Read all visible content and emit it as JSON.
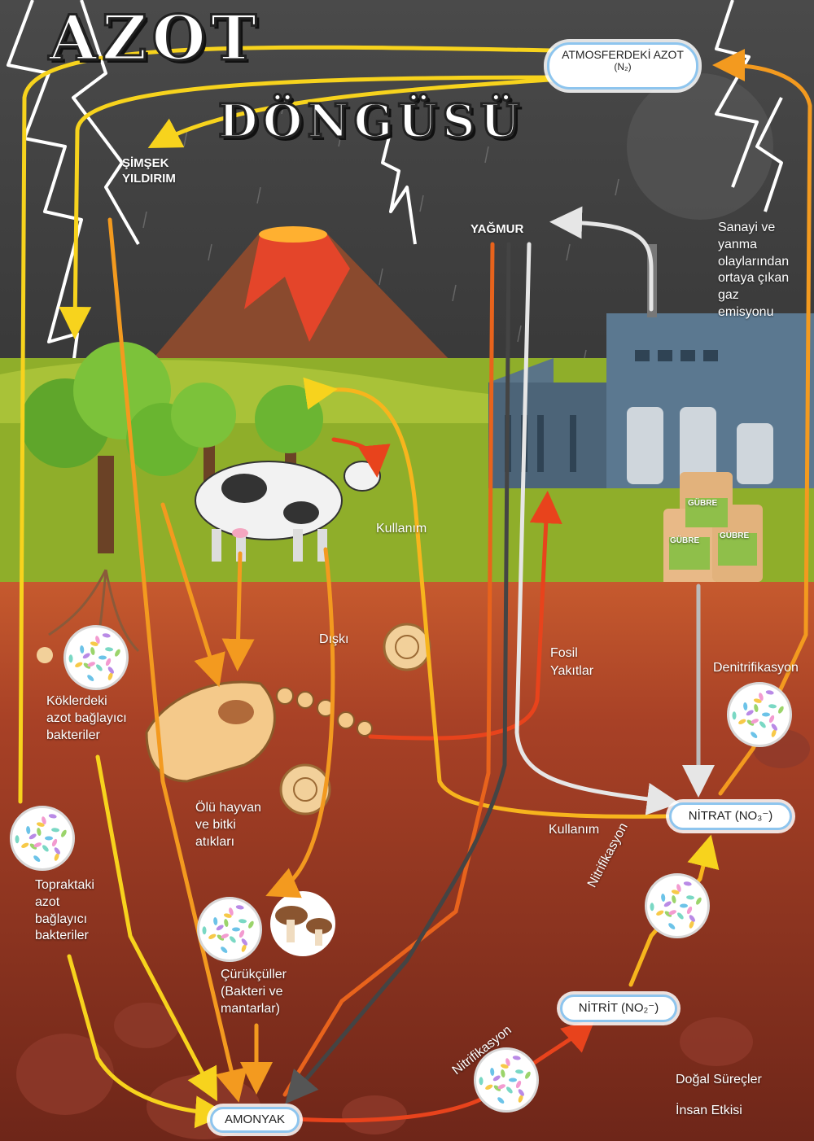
{
  "title": {
    "line1": "AZOT",
    "line2": "DÖNGÜSÜ"
  },
  "nodes": {
    "atmosphere": {
      "label": "ATMOSFERDEKİ AZOT",
      "formula": "(N₂)"
    },
    "lightning": {
      "line1": "ŞİMŞEK",
      "line2": "YILDIRIM"
    },
    "rain": "YAĞMUR",
    "industry": [
      "Sanayi ve",
      "yanma",
      "olaylarından",
      "ortaya çıkan",
      "gaz",
      "emisyonu"
    ],
    "usage_top": "Kullanım",
    "feces": "Dışkı",
    "fossil": [
      "Fosil",
      "Yakıtlar"
    ],
    "denitrification": "Denitrifikasyon",
    "root_bacteria": [
      "Köklerdeki",
      "azot bağlayıcı",
      "bakteriler"
    ],
    "dead_matter": [
      "Ölü hayvan",
      "ve bitki",
      "atıkları"
    ],
    "nitrate": "NİTRAT (NO₃⁻)",
    "usage_bottom": "Kullanım",
    "soil_bacteria": [
      "Topraktaki",
      "azot",
      "bağlayıcı",
      "bakteriler"
    ],
    "nitrification_upper": "Nitrifikasyon",
    "decomposers": [
      "Çürükçüller",
      "(Bakteri ve",
      "mantarlar)"
    ],
    "nitrite": "NİTRİT (NO₂⁻)",
    "nitrification_lower": "Nitrifikasyon",
    "ammonia": "AMONYAK",
    "fertilizer": "GÜBRE"
  },
  "legend": [
    {
      "label": "Doğal Süreçler",
      "color": "#f5a623"
    },
    {
      "label": "İnsan Etkisi",
      "color": "#bbbbbb"
    }
  ],
  "colors": {
    "sky": "#3d3d3d",
    "grass": "#9bb82e",
    "soil_top": "#c0562c",
    "soil_deep": "#7a2c1e",
    "natural_arrow": "#f7b51d",
    "human_arrow": "#e8e8e8"
  }
}
